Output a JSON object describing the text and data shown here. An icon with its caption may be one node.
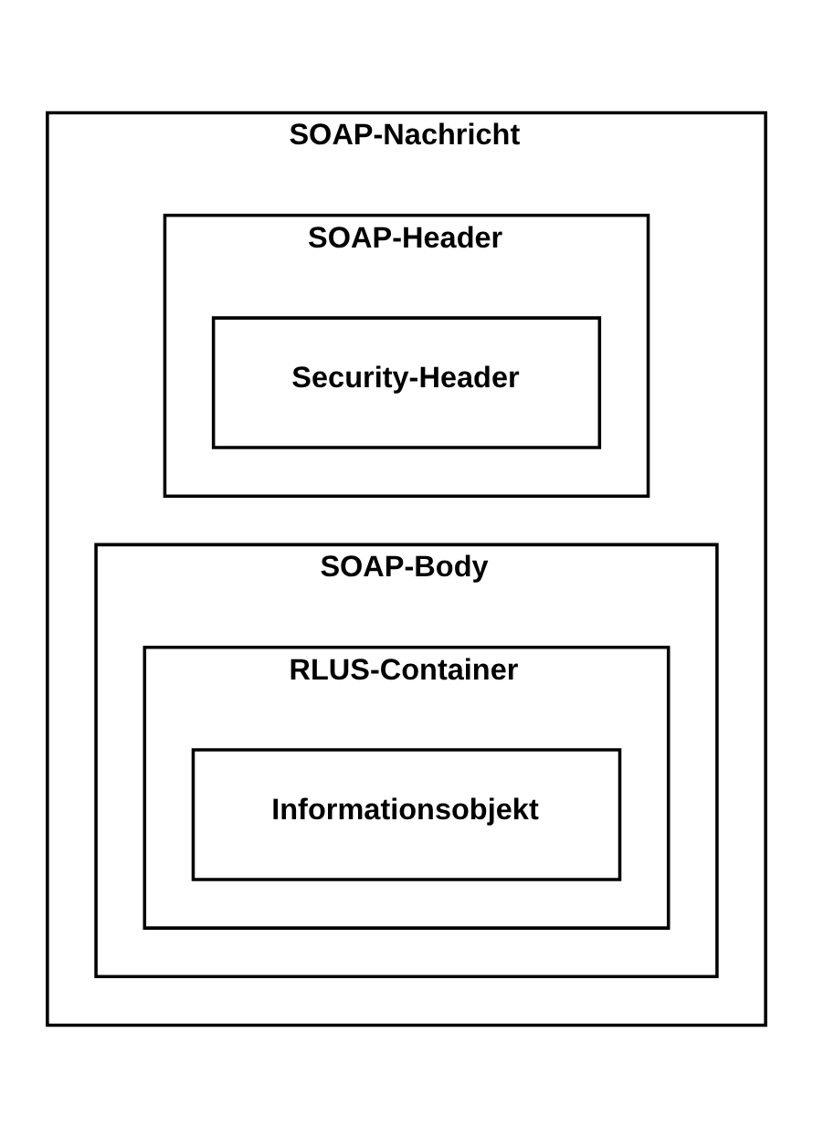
{
  "diagram": {
    "nodes": [
      {
        "text": [
          "SOAP-Nachricht"
        ]
      },
      {
        "text": [
          "SOAP-Header"
        ],
        "in": 0
      },
      {
        "text": [
          "Security-Header"
        ],
        "in": 1
      },
      {
        "text": [
          "SOAP-Body"
        ],
        "in": 0
      },
      {
        "text": [
          "RLUS-Container"
        ],
        "in": 3
      },
      {
        "text": [
          "Informationsobjekt"
        ],
        "in": 4
      }
    ],
    "edges": []
  }
}
